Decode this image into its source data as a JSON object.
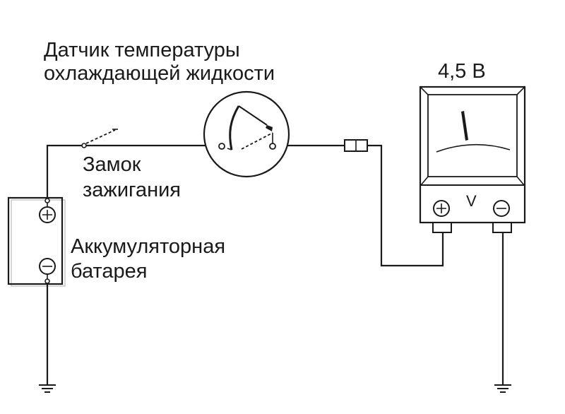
{
  "labels": {
    "sensor_line1": "Датчик температуры",
    "sensor_line2": "охлаждающей жидкости",
    "voltage": "4,5 В",
    "switch_line1": "Замок",
    "switch_line2": "зажигания",
    "battery_line1": "Аккумуляторная",
    "battery_line2": "батарея",
    "meter_unit": "V",
    "plus_sign": "+",
    "minus_sign": "−"
  },
  "icons": {
    "battery": "battery-icon",
    "voltmeter": "voltmeter-icon",
    "sensor": "temperature-sensor-icon",
    "switch": "ignition-switch-icon",
    "ground": "ground-icon",
    "connector": "connector-icon"
  },
  "colors": {
    "ink": "#1a1a1a",
    "background": "#ffffff"
  }
}
